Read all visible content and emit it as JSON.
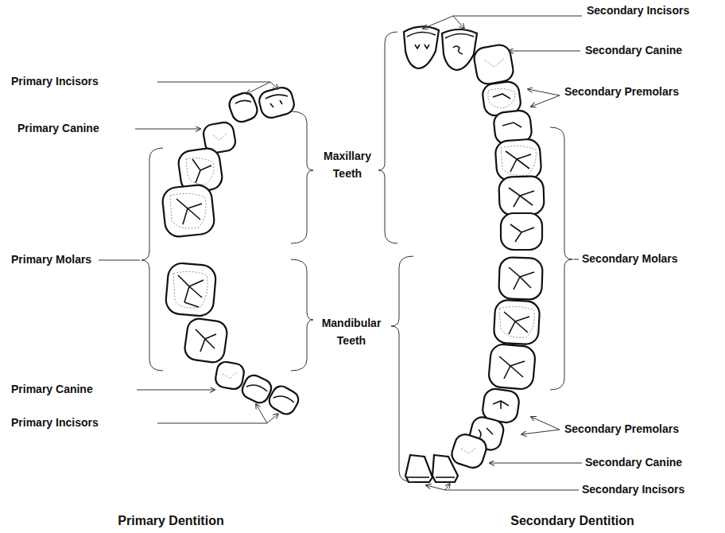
{
  "diagram": {
    "labels": [
      "Primary Incisors",
      "Primary Canine",
      "Primary Molars",
      "Maxillary Teeth",
      "Mandibular Teeth",
      "Primary Canine",
      "Primary Incisors",
      "Secondary Incisors",
      "Secondary Canine",
      "Secondary Premolars",
      "Secondary Molars",
      "Secondary Premolars",
      "Secondary Canine",
      "Secondary Incisors",
      "Primary Dentition",
      "Secondary Dentition"
    ]
  }
}
